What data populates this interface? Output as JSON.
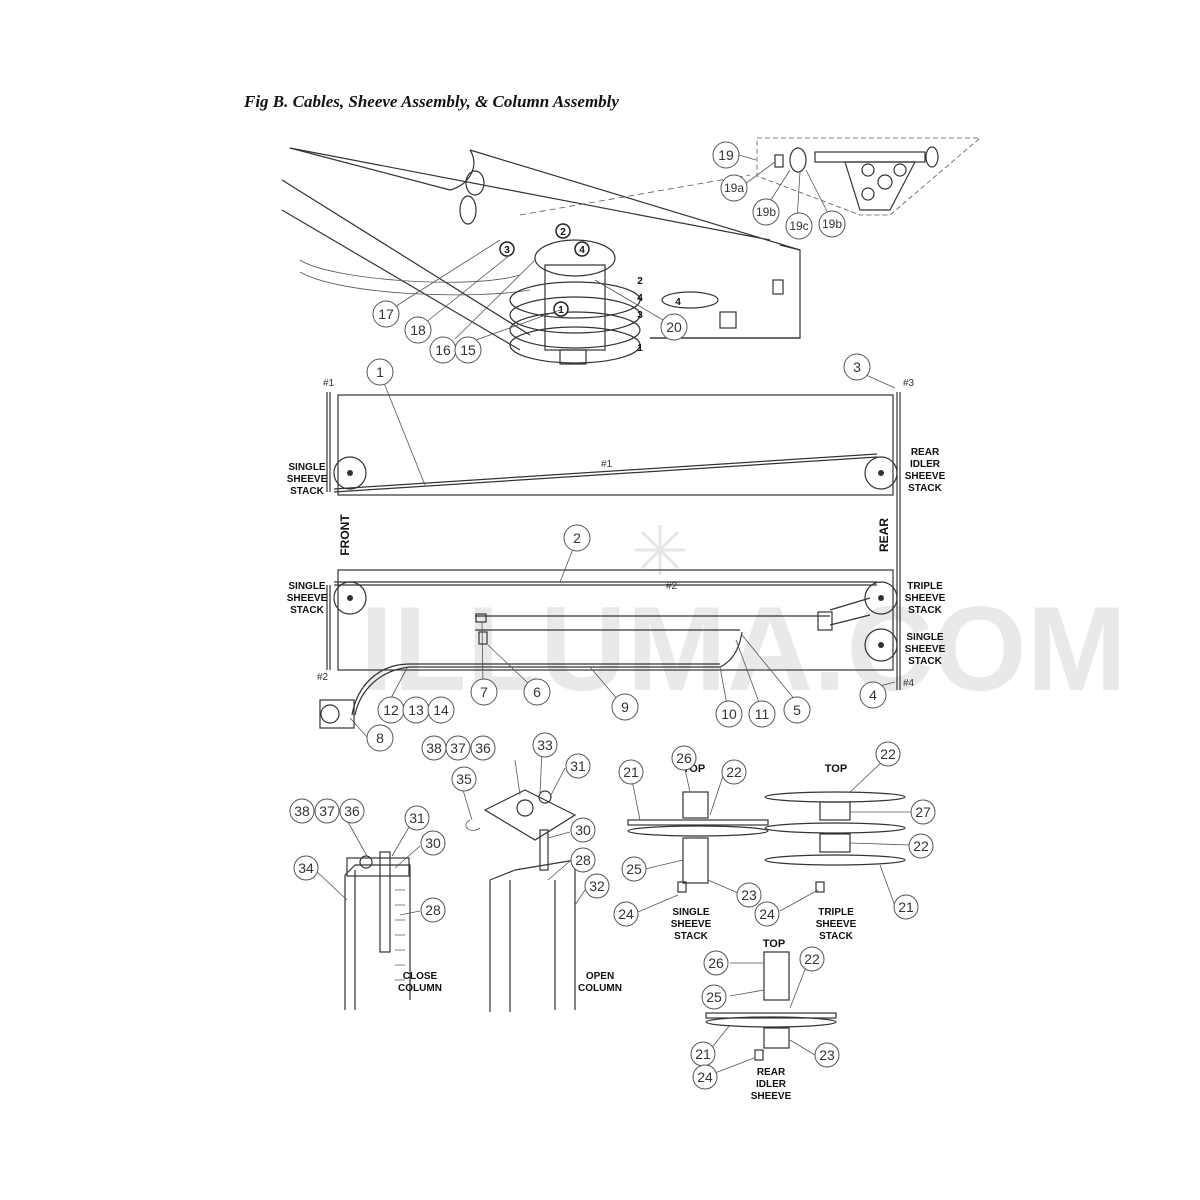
{
  "title": "Fig B.  Cables, Sheeve Assembly, & Column Assembly",
  "watermark": "ILLUMA.COM",
  "labels": {
    "single_sheeve_stack": [
      "SINGLE",
      "SHEEVE",
      "STACK"
    ],
    "rear_idler_sheeve_stack": [
      "REAR",
      "IDLER",
      "SHEEVE",
      "STACK"
    ],
    "triple_sheeve_stack": [
      "TRIPLE",
      "SHEEVE",
      "STACK"
    ],
    "front": "FRONT",
    "rear": "REAR",
    "top": "TOP",
    "close_column": [
      "CLOSE",
      "COLUMN"
    ],
    "open_column": [
      "OPEN",
      "COLUMN"
    ]
  },
  "cable_marks": {
    "c1": "#1",
    "c2": "#2",
    "c3": "#3",
    "c4": "#4"
  },
  "top_numbers": {
    "n1": "1",
    "n2": "2",
    "n3": "3",
    "n4": "4"
  },
  "callouts": {
    "c19": "19",
    "c19a": "19a",
    "c19b": "19b",
    "c19c": "19c",
    "c17": "17",
    "c18": "18",
    "c16": "16",
    "c15": "15",
    "c20": "20",
    "c1": "1",
    "c2": "2",
    "c3": "3",
    "c4": "4",
    "c5": "5",
    "c6": "6",
    "c7": "7",
    "c8": "8",
    "c9": "9",
    "c10": "10",
    "c11": "11",
    "c12": "12",
    "c13": "13",
    "c14": "14",
    "c21": "21",
    "c22": "22",
    "c23": "23",
    "c24": "24",
    "c25": "25",
    "c26": "26",
    "c27": "27",
    "c28": "28",
    "c30": "30",
    "c31": "31",
    "c32": "32",
    "c33": "33",
    "c34": "34",
    "c35": "35",
    "c36": "36",
    "c37": "37",
    "c38": "38"
  }
}
